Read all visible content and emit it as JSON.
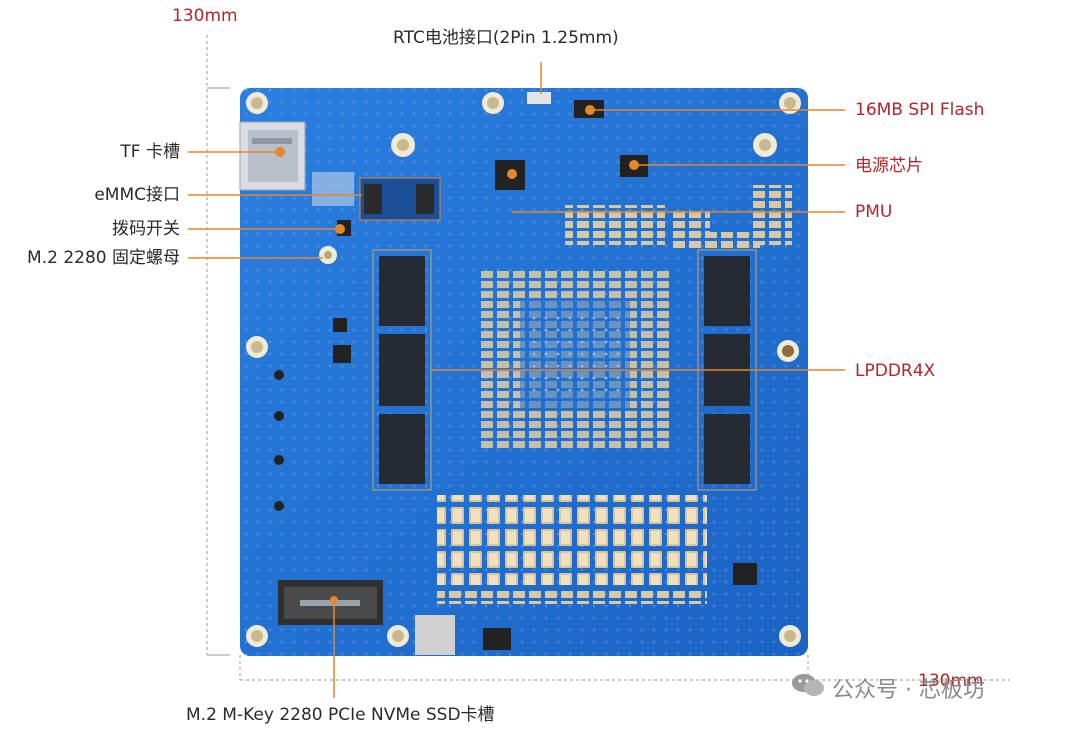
{
  "dimensions": {
    "top_width": "130mm",
    "bottom_width": "130mm"
  },
  "labels": {
    "rtc": "RTC电池接口(2Pin 1.25mm)",
    "spi_flash": "16MB SPI Flash",
    "pmic": "电源芯片",
    "pmu": "PMU",
    "lpddr": "LPDDR4X",
    "tf_slot": "TF 卡槽",
    "emmc": "eMMC接口",
    "dip_switch": "拨码开关",
    "m2_nut": "M.2 2280 固定螺母",
    "m2_slot": "M.2 M-Key 2280 PCIe NVMe SSD卡槽"
  },
  "watermark": {
    "text": "公众号 · 芯板坊",
    "icon": "wechat-icon"
  },
  "colors": {
    "pcb": "#1f6fd1",
    "callout_line": "#e8862a",
    "label_red": "#b0262a"
  }
}
